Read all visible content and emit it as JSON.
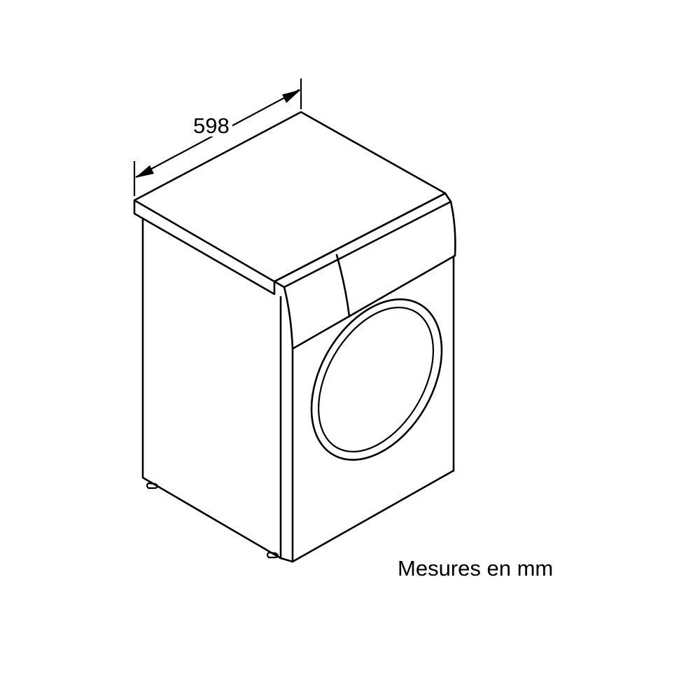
{
  "diagram": {
    "subject": "washing machine isometric dimension drawing",
    "dimensions": {
      "width": "598"
    },
    "caption": "Mesures en mm",
    "colors": {
      "line": "#000000",
      "background": "#ffffff"
    }
  }
}
